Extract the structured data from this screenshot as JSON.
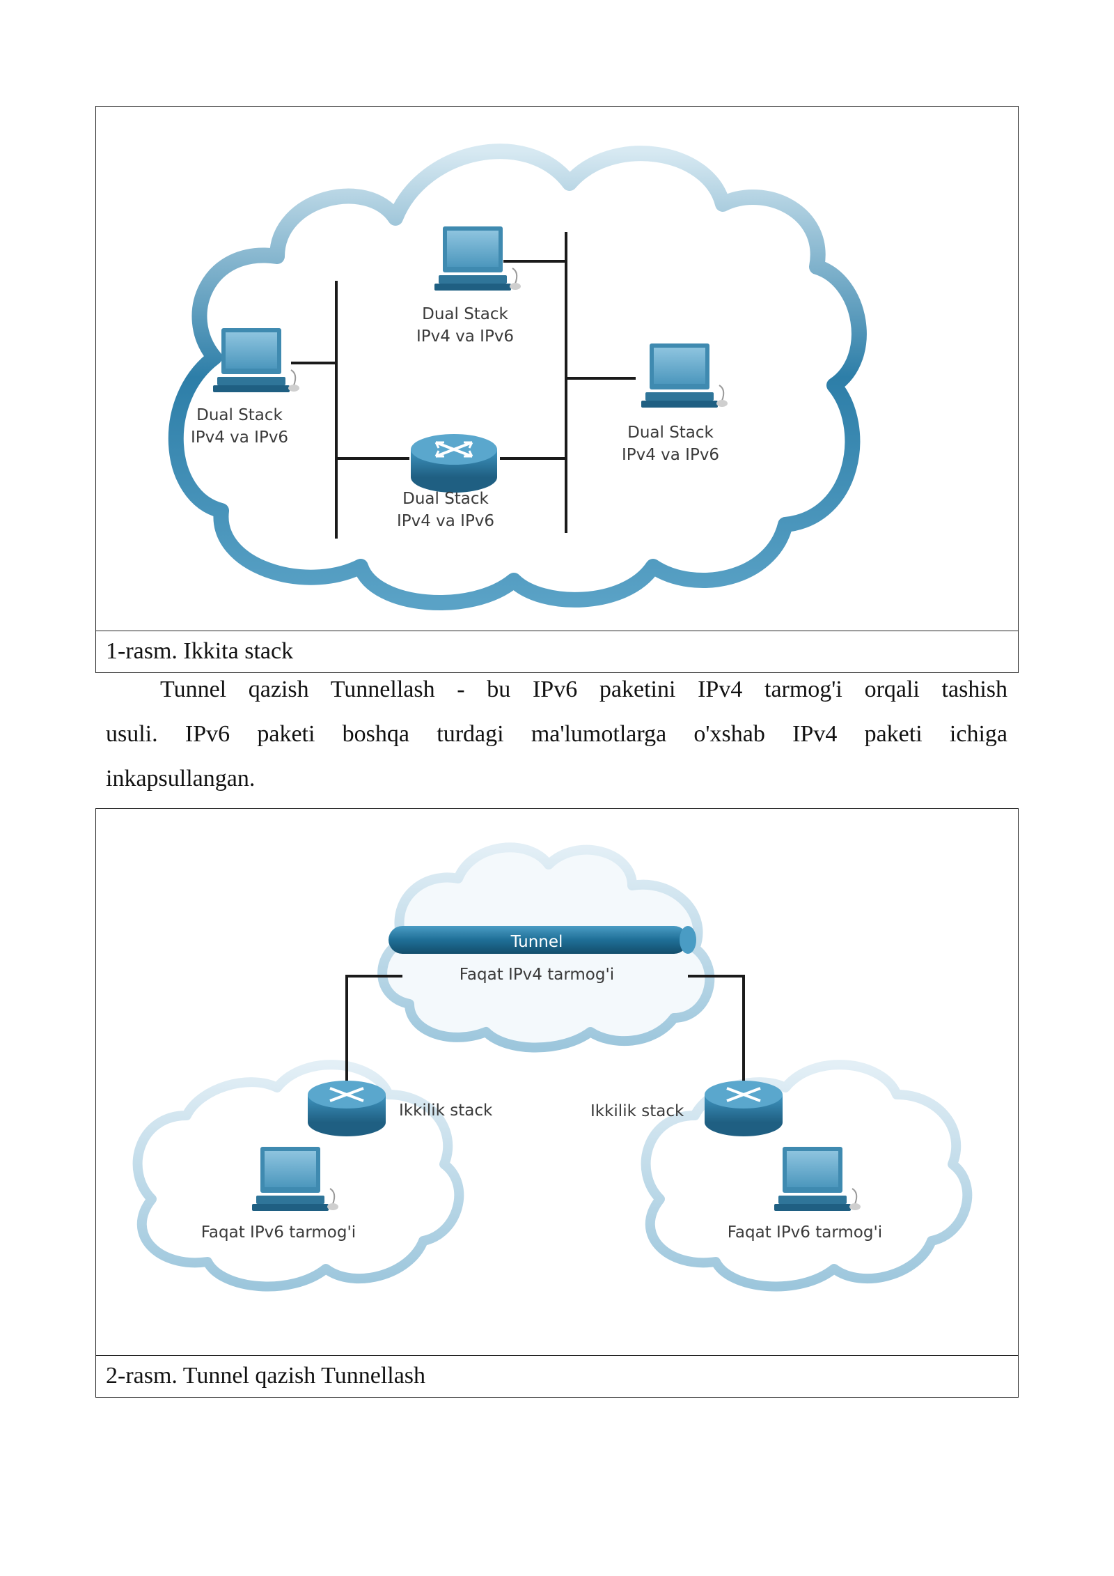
{
  "figure1": {
    "caption": "1-rasm. Ikkita stack",
    "nodes": {
      "pc_top": {
        "line1": "Dual Stack",
        "line2": "IPv4 va IPv6"
      },
      "pc_left": {
        "line1": "Dual Stack",
        "line2": "IPv4 va IPv6"
      },
      "pc_right": {
        "line1": "Dual Stack",
        "line2": "IPv4 va IPv6"
      },
      "router": {
        "line1": "Dual Stack",
        "line2": "IPv4 va IPv6"
      }
    }
  },
  "paragraph": {
    "lines": [
      "Tunnel qazish Tunnellash - bu IPv6 paketini IPv4 tarmog'i orqali tashish",
      "usuli. IPv6 paketi boshqa turdagi ma'lumotlarga o'xshab IPv4 paketi ichiga",
      "inkapsullangan."
    ]
  },
  "figure2": {
    "caption": "2-rasm. Tunnel qazish Tunnellash",
    "tunnel_label": "Tunnel",
    "center_cloud_label": "Faqat IPv4 tarmog'i",
    "left_router_label": "Ikkilik stack",
    "right_router_label": "Ikkilik stack",
    "left_cloud_label": "Faqat IPv6 tarmog'i",
    "right_cloud_label": "Faqat IPv6 tarmog'i"
  },
  "colors": {
    "cloud_stroke": "#2d7ea8",
    "cloud_light": "#bcd9e8",
    "device_blue": "#2f7fa6",
    "line": "#1a1a1a"
  }
}
